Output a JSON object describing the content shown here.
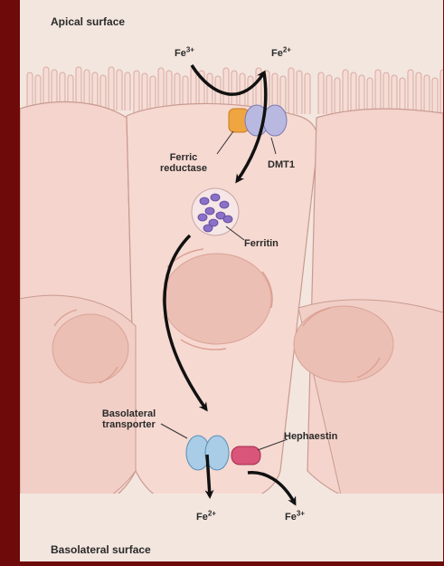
{
  "surfaces": {
    "apical": "Apical surface",
    "basolateral": "Basolateral surface"
  },
  "ions": {
    "apical_left": {
      "base": "Fe",
      "charge": "3+"
    },
    "apical_right": {
      "base": "Fe",
      "charge": "2+"
    },
    "basal_left": {
      "base": "Fe",
      "charge": "2+"
    },
    "basal_right": {
      "base": "Fe",
      "charge": "3+"
    }
  },
  "proteins": {
    "ferric_reductase": {
      "line1": "Ferric",
      "line2": "reductase"
    },
    "dmt1": "DMT1",
    "ferritin": "Ferritin",
    "basolateral_transporter": {
      "line1": "Basolateral",
      "line2": "transporter"
    },
    "hephaestin": "Hephaestin"
  },
  "colors": {
    "background_frame": "#6e0a0a",
    "panel": "#f3e6df",
    "cell": "#f4d4cc",
    "nucleus": "#eab9ad",
    "ferric_reductase": "#f0a640",
    "dmt1": "#b9b8e0",
    "transporter": "#a9cde6",
    "hephaestin": "#d9557a",
    "ferritin_particles": "#8a70c6"
  }
}
